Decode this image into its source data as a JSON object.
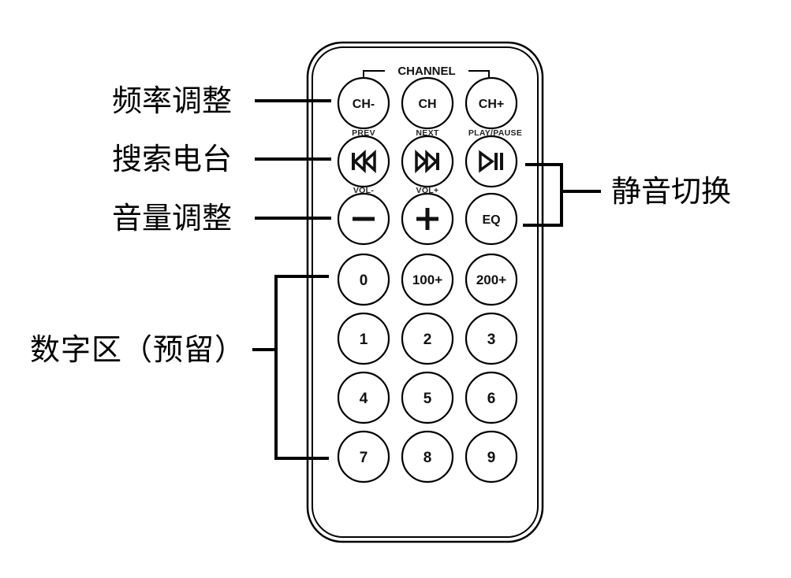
{
  "remote": {
    "section_label": "CHANNEL",
    "rows": [
      {
        "captions": [
          "",
          "",
          ""
        ],
        "buttons": [
          {
            "label": "CH-",
            "icon": null
          },
          {
            "label": "CH",
            "icon": null
          },
          {
            "label": "CH+",
            "icon": null
          }
        ]
      },
      {
        "captions": [
          "PREV",
          "NEXT",
          "PLAY/PAUSE"
        ],
        "buttons": [
          {
            "label": "",
            "icon": "previous-track-icon"
          },
          {
            "label": "",
            "icon": "next-track-icon"
          },
          {
            "label": "",
            "icon": "play-pause-icon"
          }
        ]
      },
      {
        "captions": [
          "VOL-",
          "VOL+",
          ""
        ],
        "buttons": [
          {
            "label": "",
            "icon": "minus-icon"
          },
          {
            "label": "",
            "icon": "plus-icon"
          },
          {
            "label": "EQ",
            "icon": null
          }
        ]
      },
      {
        "captions": [
          "",
          "",
          ""
        ],
        "buttons": [
          {
            "label": "0",
            "icon": null
          },
          {
            "label": "100+",
            "icon": null
          },
          {
            "label": "200+",
            "icon": null
          }
        ]
      },
      {
        "captions": [
          "",
          "",
          ""
        ],
        "buttons": [
          {
            "label": "1",
            "icon": null
          },
          {
            "label": "2",
            "icon": null
          },
          {
            "label": "3",
            "icon": null
          }
        ]
      },
      {
        "captions": [
          "",
          "",
          ""
        ],
        "buttons": [
          {
            "label": "4",
            "icon": null
          },
          {
            "label": "5",
            "icon": null
          },
          {
            "label": "6",
            "icon": null
          }
        ]
      },
      {
        "captions": [
          "",
          "",
          ""
        ],
        "buttons": [
          {
            "label": "7",
            "icon": null
          },
          {
            "label": "8",
            "icon": null
          },
          {
            "label": "9",
            "icon": null
          }
        ]
      }
    ]
  },
  "annotations": {
    "frequency_adjust": "频率调整",
    "search_station": "搜索电台",
    "volume_adjust": "音量调整",
    "number_area": "数字区（预留）",
    "mute_toggle": "静音切换"
  },
  "colors": {
    "line": "#000000",
    "background": "#ffffff"
  }
}
